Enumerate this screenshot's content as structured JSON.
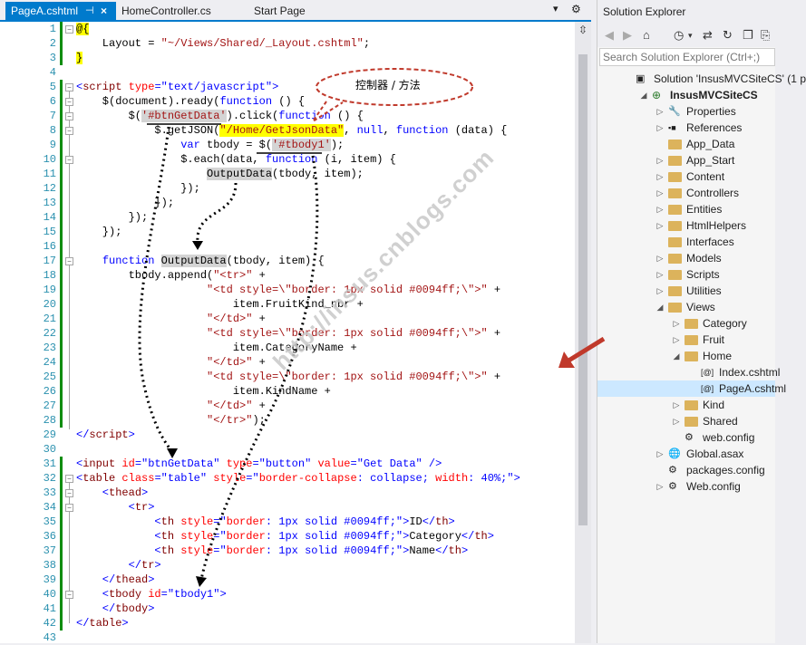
{
  "editor": {
    "tabs": [
      {
        "label": "PageA.cshtml",
        "active": true
      },
      {
        "label": "HomeController.cs",
        "active": false
      },
      {
        "label": "Start Page",
        "active": false
      }
    ],
    "lines": [
      {
        "n": "1"
      },
      {
        "n": "2"
      },
      {
        "n": "3"
      },
      {
        "n": "4"
      },
      {
        "n": "5"
      },
      {
        "n": "6"
      },
      {
        "n": "7"
      },
      {
        "n": "8"
      },
      {
        "n": "9"
      },
      {
        "n": "10"
      },
      {
        "n": "11"
      },
      {
        "n": "12"
      },
      {
        "n": "13"
      },
      {
        "n": "14"
      },
      {
        "n": "15"
      },
      {
        "n": "16"
      },
      {
        "n": "17"
      },
      {
        "n": "18"
      },
      {
        "n": "19"
      },
      {
        "n": "20"
      },
      {
        "n": "21"
      },
      {
        "n": "22"
      },
      {
        "n": "23"
      },
      {
        "n": "24"
      },
      {
        "n": "25"
      },
      {
        "n": "26"
      },
      {
        "n": "27"
      },
      {
        "n": "28"
      },
      {
        "n": "29"
      },
      {
        "n": "30"
      },
      {
        "n": "31"
      },
      {
        "n": "32"
      },
      {
        "n": "33"
      },
      {
        "n": "34"
      },
      {
        "n": "35"
      },
      {
        "n": "36"
      },
      {
        "n": "37"
      },
      {
        "n": "38"
      },
      {
        "n": "39"
      },
      {
        "n": "40"
      },
      {
        "n": "41"
      },
      {
        "n": "42"
      },
      {
        "n": "43"
      }
    ],
    "code": {
      "l1": "@{",
      "l2a": "    Layout = ",
      "l2b": "\"~/Views/Shared/_Layout.cshtml\"",
      "l2c": ";",
      "l3": "}",
      "l5a": "<",
      "l5b": "script",
      "l5c": " type",
      "l5d": "=",
      "l5e": "\"text/javascript\"",
      "l5f": ">",
      "l6a": "    $(document).ready(",
      "l6b": "function",
      "l6c": " () {",
      "l7a": "        $(",
      "l7b": "'#btnGetData'",
      "l7c": ").click(",
      "l7d": "function",
      "l7e": " () {",
      "l8a": "            $.getJSON(",
      "l8b": "\"/Home/GetJsonData\"",
      "l8c": ", ",
      "l8d": "null",
      "l8e": ", ",
      "l8f": "function",
      "l8g": " (data) {",
      "l9a": "                ",
      "l9b": "var",
      "l9c": " tbody = $(",
      "l9d": "'#tbody1'",
      "l9e": ");",
      "l10a": "                $.each(data, ",
      "l10b": "function",
      "l10c": " (i, item) {",
      "l11a": "                    ",
      "l11b": "OutputData",
      "l11c": "(tbody, item);",
      "l12": "                });",
      "l13": "            });",
      "l14": "        });",
      "l15": "    });",
      "l17a": "    ",
      "l17b": "function",
      "l17c": " ",
      "l17d": "OutputData",
      "l17e": "(tbody, item) {",
      "l18a": "        tbody.append(",
      "l18b": "\"<tr>\"",
      "l18c": " +",
      "l19a": "                    ",
      "l19b": "\"<td style=\\\"border: 1px solid #0094ff;\\\">\"",
      "l19c": " +",
      "l20": "                        item.FruitKind_nbr +",
      "l21a": "                    ",
      "l21b": "\"</td>\"",
      "l21c": " +",
      "l22a": "                    ",
      "l22b": "\"<td style=\\\"border: 1px solid #0094ff;\\\">\"",
      "l22c": " +",
      "l23": "                        item.CategoryName +",
      "l24a": "                    ",
      "l24b": "\"</td>\"",
      "l24c": " +",
      "l25a": "                    ",
      "l25b": "\"<td style=\\\"border: 1px solid #0094ff;\\\">\"",
      "l25c": " +",
      "l26": "                        item.KindName +",
      "l27a": "                    ",
      "l27b": "\"</td>\"",
      "l27c": " +",
      "l28a": "                    ",
      "l28b": "\"</tr>\"",
      "l28c": ");",
      "l29a": "</",
      "l29b": "script",
      "l29c": ">",
      "l31a": "<",
      "l31b": "input",
      "l31c": " id",
      "l31d": "=",
      "l31e": "\"btnGetData\"",
      "l31f": " type",
      "l31g": "=",
      "l31h": "\"button\"",
      "l31i": " value",
      "l31j": "=",
      "l31k": "\"Get Data\"",
      "l31l": " />",
      "l32a": "<",
      "l32b": "table",
      "l32c": " class",
      "l32d": "=",
      "l32e": "\"table\"",
      "l32f": " style",
      "l32g": "=",
      "l32h": "\"",
      "l32i": "border-collapse",
      "l32j": ": collapse; ",
      "l32k": "width",
      "l32l": ": 40%;",
      "l32m": "\"",
      "l32n": ">",
      "l33a": "    <",
      "l33b": "thead",
      "l33c": ">",
      "l34a": "        <",
      "l34b": "tr",
      "l34c": ">",
      "l35a": "            <",
      "l35b": "th",
      "l35c": " style",
      "l35d": "=",
      "l35e": "\"",
      "l35f": "border",
      "l35g": ": 1px solid #0094ff;",
      "l35h": "\"",
      "l35i": ">",
      "l35j": "ID",
      "l35k": "</",
      "l35l": "th",
      "l35m": ">",
      "l36j": "Category",
      "l37j": "Name",
      "l38a": "        </",
      "l38b": "tr",
      "l38c": ">",
      "l39a": "    </",
      "l39b": "thead",
      "l39c": ">",
      "l40a": "    <",
      "l40b": "tbody",
      "l40c": " id",
      "l40d": "=",
      "l40e": "\"tbody1\"",
      "l40f": ">",
      "l41a": "    </",
      "l41b": "tbody",
      "l41c": ">",
      "l42a": "</",
      "l42b": "table",
      "l42c": ">"
    },
    "callout": "控制器 / 方法",
    "watermark": "http://insus.cnblogs.com"
  },
  "solution_explorer": {
    "title": "Solution Explorer",
    "search_placeholder": "Search Solution Explorer (Ctrl+;)",
    "items": [
      {
        "label": "Solution 'InsusMVCSiteCS' (1 p",
        "indent": 0,
        "arrow": "",
        "icon": "solution-icon"
      },
      {
        "label": "InsusMVCSiteCS",
        "indent": 1,
        "arrow": "open",
        "icon": "web-project-icon",
        "bold": true
      },
      {
        "label": "Properties",
        "indent": 2,
        "arrow": "closed",
        "icon": "wrench-icon"
      },
      {
        "label": "References",
        "indent": 2,
        "arrow": "closed",
        "icon": "references-icon"
      },
      {
        "label": "App_Data",
        "indent": 2,
        "arrow": "",
        "icon": "folder-icon"
      },
      {
        "label": "App_Start",
        "indent": 2,
        "arrow": "closed",
        "icon": "folder-icon"
      },
      {
        "label": "Content",
        "indent": 2,
        "arrow": "closed",
        "icon": "folder-icon"
      },
      {
        "label": "Controllers",
        "indent": 2,
        "arrow": "closed",
        "icon": "folder-icon"
      },
      {
        "label": "Entities",
        "indent": 2,
        "arrow": "closed",
        "icon": "folder-icon"
      },
      {
        "label": "HtmlHelpers",
        "indent": 2,
        "arrow": "closed",
        "icon": "folder-icon"
      },
      {
        "label": "Interfaces",
        "indent": 2,
        "arrow": "",
        "icon": "folder-icon"
      },
      {
        "label": "Models",
        "indent": 2,
        "arrow": "closed",
        "icon": "folder-icon"
      },
      {
        "label": "Scripts",
        "indent": 2,
        "arrow": "closed",
        "icon": "folder-icon"
      },
      {
        "label": "Utilities",
        "indent": 2,
        "arrow": "closed",
        "icon": "folder-icon"
      },
      {
        "label": "Views",
        "indent": 2,
        "arrow": "open",
        "icon": "folder-icon"
      },
      {
        "label": "Category",
        "indent": 3,
        "arrow": "closed",
        "icon": "folder-icon"
      },
      {
        "label": "Fruit",
        "indent": 3,
        "arrow": "closed",
        "icon": "folder-icon"
      },
      {
        "label": "Home",
        "indent": 3,
        "arrow": "open",
        "icon": "folder-icon"
      },
      {
        "label": "Index.cshtml",
        "indent": 4,
        "arrow": "",
        "icon": "cshtml-file-icon"
      },
      {
        "label": "PageA.cshtml",
        "indent": 4,
        "arrow": "",
        "icon": "cshtml-file-icon",
        "selected": true
      },
      {
        "label": "Kind",
        "indent": 3,
        "arrow": "closed",
        "icon": "folder-icon"
      },
      {
        "label": "Shared",
        "indent": 3,
        "arrow": "closed",
        "icon": "folder-icon"
      },
      {
        "label": "web.config",
        "indent": 3,
        "arrow": "",
        "icon": "config-file-icon"
      },
      {
        "label": "Global.asax",
        "indent": 2,
        "arrow": "closed",
        "icon": "global-asax-icon"
      },
      {
        "label": "packages.config",
        "indent": 2,
        "arrow": "",
        "icon": "config-file-icon"
      },
      {
        "label": "Web.config",
        "indent": 2,
        "arrow": "closed",
        "icon": "config-file-icon"
      }
    ]
  },
  "colors": {
    "accent": "#007acc",
    "selection": "#cce8ff",
    "callout_border": "#c0392b",
    "arrow": "#c0392b"
  }
}
